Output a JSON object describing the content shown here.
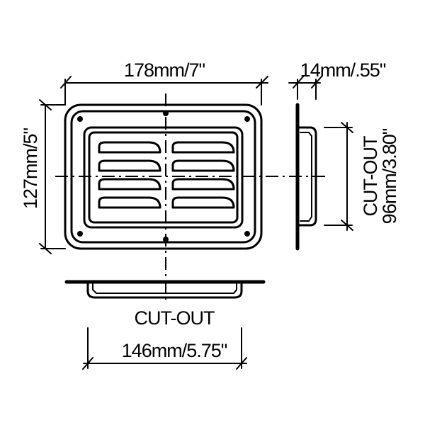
{
  "dimensions": {
    "width": "178mm/7\"",
    "height": "127mm/5\"",
    "depth": "14mm/.55\"",
    "side_cutout_label": "CUT-OUT",
    "side_cutout_value": "96mm/3.80\"",
    "bottom_cutout_label": "CUT-OUT",
    "bottom_cutout_value": "146mm/5.75\""
  }
}
